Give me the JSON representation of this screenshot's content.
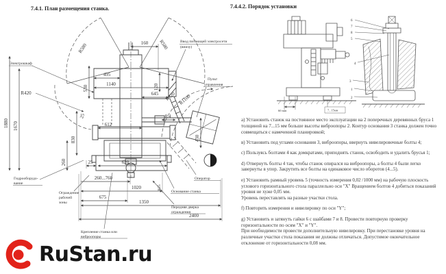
{
  "left": {
    "title": "7.4.1. План размещения станка.",
    "labels": {
      "electro": "Электрошкаф",
      "hydro1": "Гидрооборудо-",
      "hydro2": "вание",
      "guard1": "Ограждение",
      "guard2": "рабочей",
      "guard3": "зоны",
      "power1": "Ввод питающей электросети",
      "power2": "(внизу)",
      "pult1": "Пульт",
      "pult2": "управления",
      "operator": "Оператор",
      "base": "Основание станка",
      "door1": "Передняя дверка",
      "door2": "ограждения",
      "mount1": "Крепление станка или",
      "mount2": "виброопоры"
    },
    "dims": {
      "r580l": "R580",
      "r580r": "R580",
      "d160": "160",
      "d495": "495",
      "d1140": "1140",
      "d645": "645",
      "d120": "120",
      "d530": "530",
      "r420": "R420",
      "d1880": "1880",
      "d1670": "1670",
      "d25a": "25",
      "d830": "830",
      "d612": "612",
      "d84": "8.4",
      "r820": "R820",
      "r1100": "R1100",
      "d430": "430",
      "d260": "260",
      "d25b": "25",
      "d620": "620",
      "d260760": "260...760",
      "d1020": "1020",
      "r25": "R25",
      "d675": "675",
      "d1350": "1350",
      "d2400": "2400"
    }
  },
  "right": {
    "title": "7.4.4.2. Порядок установки",
    "fig": {
      "dim_60min": "60 min",
      "dim_715": "7...15мм",
      "c6": "6",
      "c7": "7",
      "c8": "8",
      "c5": "5",
      "c4": "4",
      "c3": "3",
      "c1": "1",
      "c2": "2"
    },
    "paragraphs": [
      "а) Установить станок на постоянное место эксплуатации на 2 поперечных деревянных бруса 1 толщиной на 7...15 мм больше высоты виброопоры 2. Контур основания 3 станка должен точно совмещаться с намеченной планировкой;",
      "в) Установить под углами основания 3, виброопоры, ввернуть нивелировочные болты 4;",
      "с) Пользуясь болтами 4 как домкратами, приподнять станок, освободить и удалить брусья 1;",
      "d) Отвернуть болты 4 так, чтобы станок опирался на виброопоры, а болты 4 были легко завернуты в упор. Закрутить все болты на одинаковое число оборотов (4...5).",
      "е) Установить рамный уровень 5 (точность измерения 0,02 /1000 мм) на рабочую плоскость углового горизонтального стола параллельно оси \"X\" Вращением болтов 4 добиться показаний уровня не хуже 0,05 мм.\nУровень переставлять на разные участки стола.",
      "f) Повторить измерения и нивелировку по оси \"Y\";",
      "g) Установить и затянуть гайки 6 с шайбами 7 и 8. Провести повторную проверку горизонтальности по осям \"X\" и \"Y\".\nПри необходимости провести дополнительную нивелировку. При перестановке уровня на различные участки стола показания не должны отличаться. Допустимое окончательное отклонение от горизонтальности 0,08 мм."
    ]
  },
  "logo": {
    "text": "RuStan.ru",
    "color": "#e2231a"
  }
}
